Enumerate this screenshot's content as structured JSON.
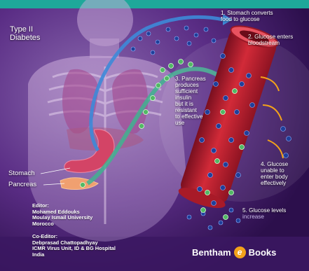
{
  "cover": {
    "title_lines": [
      "Type II",
      "Diabetes"
    ],
    "steps": {
      "s1": [
        "1. Stomach converts",
        "food to glucose"
      ],
      "s2": [
        "2. Glucose enters",
        "bloodstream"
      ],
      "s3": [
        "3. Pancreas",
        "produces",
        "sufficient",
        "insulin",
        "but it is",
        "resistant",
        "to effective",
        "use"
      ],
      "s4": [
        "4. Glucose",
        "unable to",
        "enter body",
        "effectively"
      ],
      "s5": [
        "5. Glucose levels",
        "increase"
      ]
    },
    "organs": {
      "stomach": "Stomach",
      "pancreas": "Pancreas"
    },
    "editor": {
      "label": "Editor:",
      "lines": [
        "Mohamed Eddouks",
        "Moulay Ismail University",
        "Morocco"
      ]
    },
    "coeditor": {
      "label": "Co-Editor:",
      "lines": [
        "Debprasad Chattopadhyay",
        "ICMR Virus Unit, ID & BG Hospital",
        "India"
      ]
    },
    "publisher": {
      "left": "Bentham",
      "icon_letter": "e",
      "right": "Books"
    }
  },
  "colors": {
    "top_band": "#1ea89a",
    "background": "#4a2170",
    "vessel": "#c01f2c",
    "glucose": "#1f3f9a",
    "insulin": "#52b865",
    "arrow": "#3d8ad8",
    "brand_accent": "#f3a21a"
  }
}
